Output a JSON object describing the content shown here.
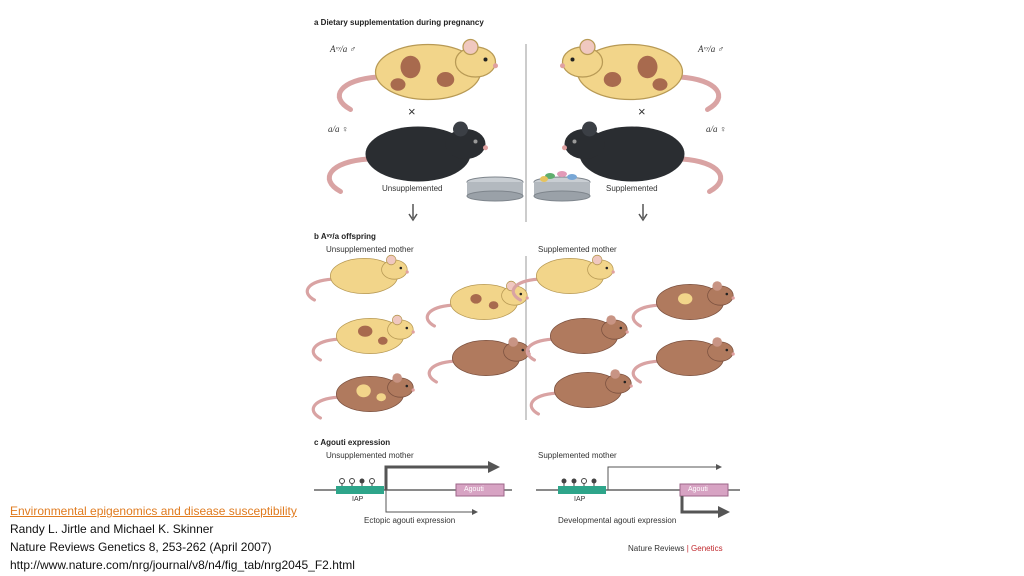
{
  "figure": {
    "panel_a": {
      "title": "a  Dietary supplementation during pregnancy",
      "left_male": "Aᵛʸ/a ♂",
      "left_female": "a/a ♀",
      "right_male": "Aᵛʸ/a ♂",
      "right_female": "a/a ♀",
      "cross_symbol": "×",
      "unsupplemented": "Unsupplemented",
      "supplemented": "Supplemented"
    },
    "panel_b": {
      "title": "b  Aᵛʸ/a offspring",
      "left_label": "Unsupplemented mother",
      "right_label": "Supplemented mother"
    },
    "panel_c": {
      "title": "c  Agouti expression",
      "left_label": "Unsupplemented mother",
      "right_label": "Supplemented mother",
      "iap": "IAP",
      "agouti": "Agouti",
      "left_expression": "Ectopic agouti expression",
      "right_expression": "Developmental agouti expression"
    },
    "credit_prefix": "Nature Reviews",
    "credit_divider": "|",
    "credit_suffix": "Genetics",
    "colors": {
      "yellow_coat": "#f2d58a",
      "brown_spot": "#a86a4e",
      "black_coat": "#2a2d31",
      "pink_tail": "#d9a3a3",
      "iap_green": "#2ea58a",
      "agouti_pink": "#d7a3c3"
    }
  },
  "caption": {
    "link": "Environmental epigenomics and disease susceptibility",
    "authors": "Randy L. Jirtle and Michael K. Skinner",
    "journal": "Nature Reviews Genetics 8, 253-262 (April 2007)",
    "url": "http://www.nature.com/nrg/journal/v8/n4/fig_tab/nrg2045_F2.html"
  }
}
